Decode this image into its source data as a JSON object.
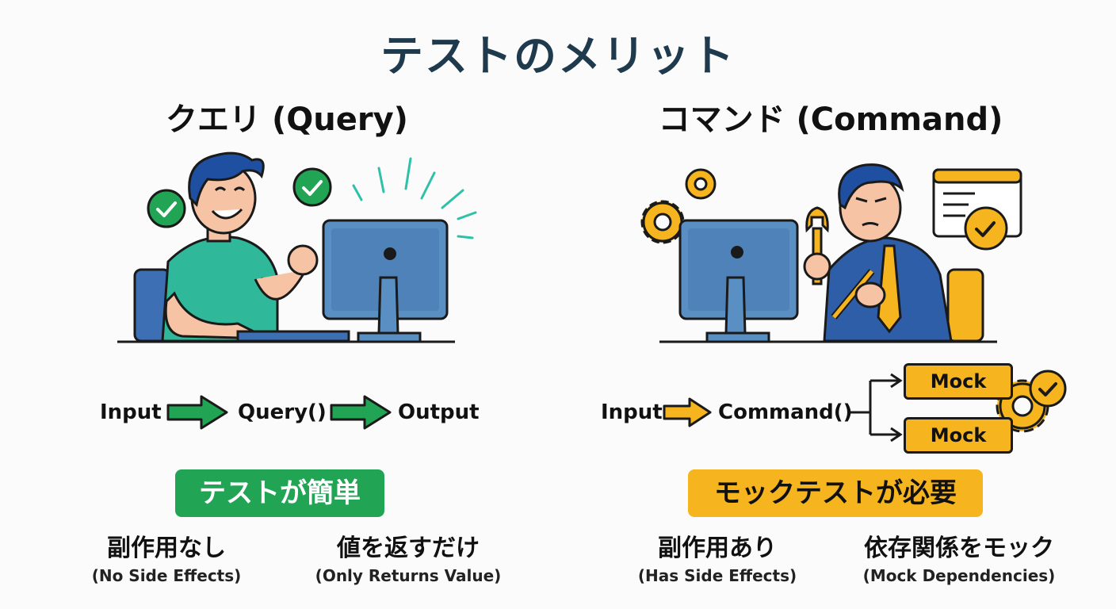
{
  "title": "テストのメリット",
  "query": {
    "heading": "クエリ (Query)",
    "flow": {
      "input": "Input",
      "function": "Query()",
      "output": "Output"
    },
    "badge": "テストが簡単",
    "points": [
      {
        "jp": "副作用なし",
        "en": "(No Side Effects)"
      },
      {
        "jp": "値を返すだけ",
        "en": "(Only Returns Value)"
      }
    ]
  },
  "command": {
    "heading": "コマンド (Command)",
    "flow": {
      "input": "Input",
      "function": "Command()",
      "mocks": [
        "Mock",
        "Mock"
      ]
    },
    "badge": "モックテストが必要",
    "points": [
      {
        "jp": "副作用あり",
        "en": "(Has Side Effects)"
      },
      {
        "jp": "依存関係をモック",
        "en": "(Mock Dependencies)"
      }
    ]
  },
  "colors": {
    "green": "#21a454",
    "yellow": "#f6b51e",
    "monitor_blue": "#5a8fc4",
    "navy": "#1f3a4d"
  },
  "icons": [
    "check-circle-icon",
    "gear-icon",
    "wrench-icon",
    "checklist-window-icon",
    "arrow-right-icon"
  ]
}
